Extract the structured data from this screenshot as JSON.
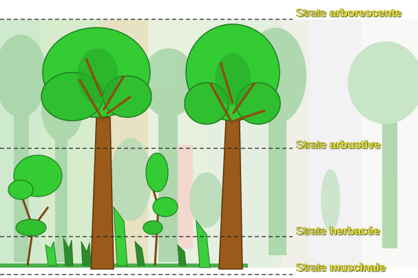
{
  "strata": [
    {
      "prefix": "Strate",
      "name": "arborescente"
    },
    {
      "prefix": "Strate",
      "name": "arbustive"
    },
    {
      "prefix": "Strate",
      "name": "herbacée"
    },
    {
      "prefix": "Strate",
      "name": "muscinale"
    }
  ],
  "colors": {
    "label_text": "#e6e04a",
    "foliage": "#33cc33",
    "foliage_dark": "#1f8f1f",
    "trunk": "#9a5a1a",
    "background_trees": "#a8d8a8",
    "dashed_line": "#222222"
  }
}
